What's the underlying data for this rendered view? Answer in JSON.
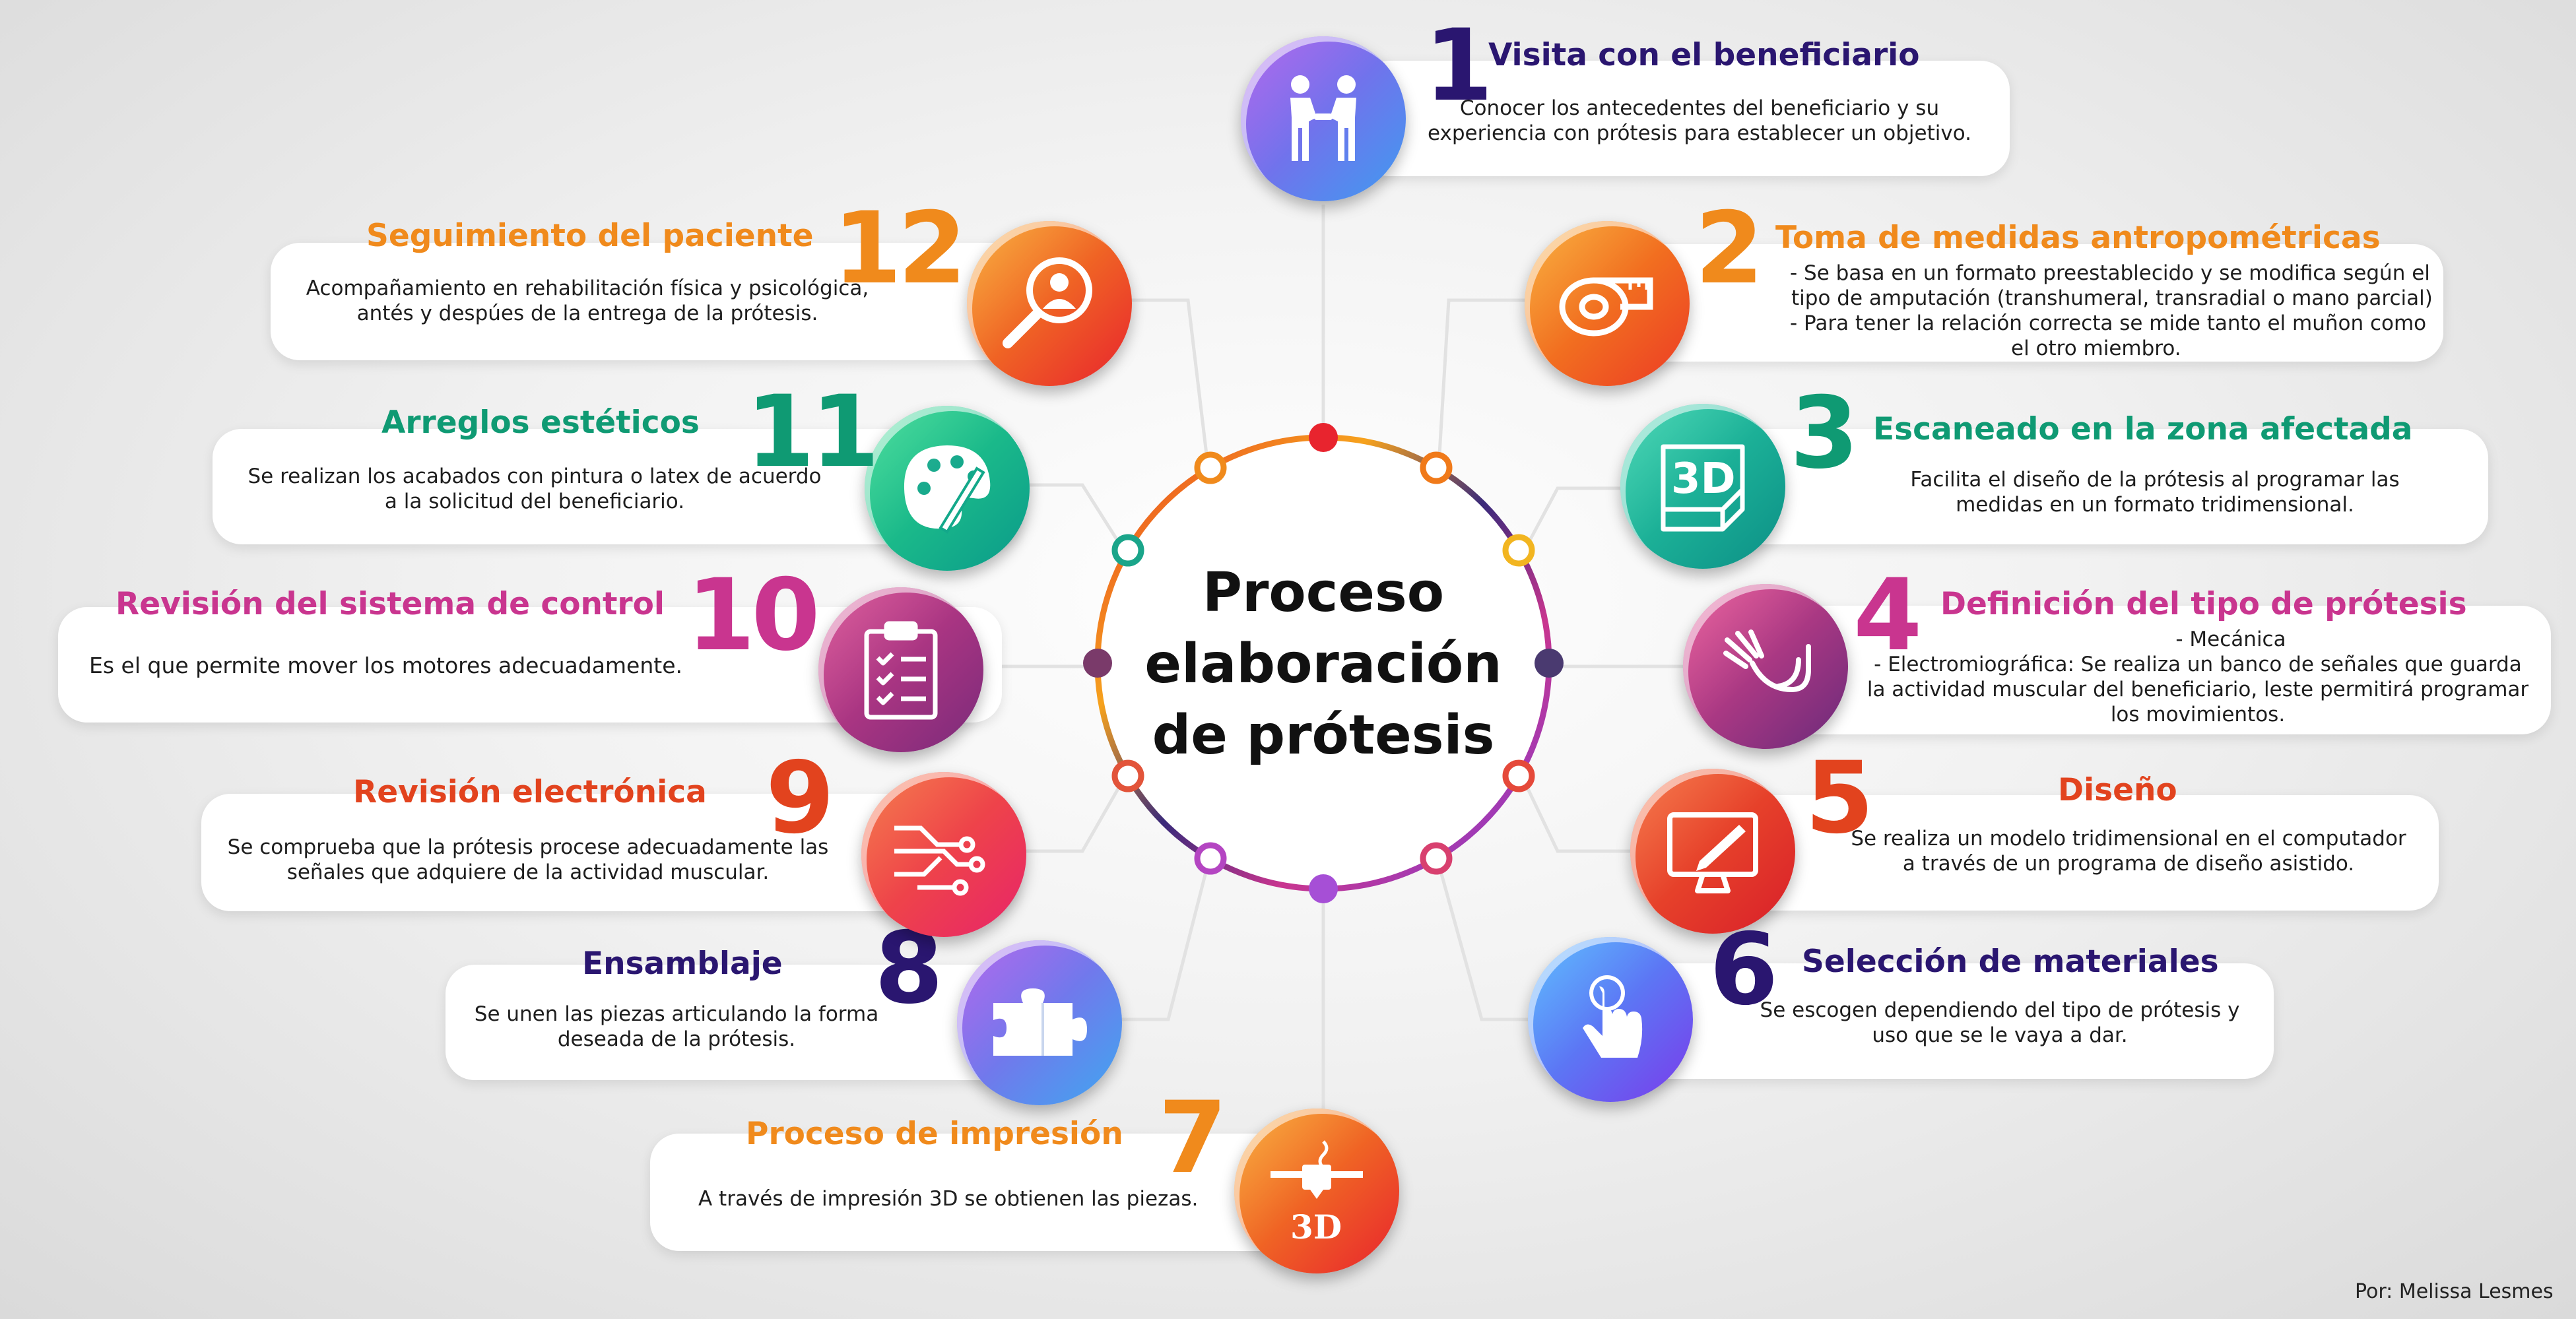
{
  "center": {
    "line1": "Proceso",
    "line2": "elaboración",
    "line3": "de prótesis"
  },
  "author": "Por: Melissa Lesmes",
  "colors": {
    "purple": "#2a1670",
    "orange": "#f08a1c",
    "green": "#0f9a73",
    "magenta": "#c9358f",
    "red": "#e2431e",
    "connector": "#e3e3e3"
  },
  "steps": [
    {
      "number": "1",
      "title": "Visita con el beneficiario",
      "icon": "handshake-people-icon",
      "lines": [
        "Conocer los antecedentes del beneficiario y su",
        "experiencia con prótesis para establecer un objetivo."
      ]
    },
    {
      "number": "2",
      "title": "Toma de medidas antropométricas",
      "icon": "measuring-tape-icon",
      "lines": [
        "- Se basa en un formato preestablecido y se modifica según el",
        "tipo de amputación (transhumeral, transradial o mano parcial)",
        "- Para tener la relación correcta se mide tanto el muñon como",
        "el otro miembro."
      ]
    },
    {
      "number": "3",
      "title": "Escaneado en la zona afectada",
      "icon": "3d-cube-icon",
      "lines": [
        "Facilita el diseño de la prótesis al programar las",
        "medidas en un formato tridimensional."
      ]
    },
    {
      "number": "4",
      "title": "Definición del tipo de prótesis",
      "icon": "prosthetic-arm-icon",
      "lines": [
        "- Mecánica",
        "- Electromiográfica: Se realiza un banco de señales que guarda",
        "la actividad muscular del beneficiario, leste permitirá programar",
        "los movimientos."
      ]
    },
    {
      "number": "5",
      "title": "Diseño",
      "icon": "monitor-pen-icon",
      "lines": [
        "Se realiza un modelo tridimensional en el computador",
        "a través de un programa de diseño asistido."
      ]
    },
    {
      "number": "6",
      "title": "Selección de materiales",
      "icon": "touch-finger-icon",
      "lines": [
        "Se escogen dependiendo del tipo de prótesis y",
        "uso que se le vaya a dar."
      ]
    },
    {
      "number": "7",
      "title": "Proceso de impresión",
      "icon": "3d-printer-icon",
      "lines": [
        "A través de impresión 3D se obtienen las piezas."
      ]
    },
    {
      "number": "8",
      "title": "Ensamblaje",
      "icon": "puzzle-piece-icon",
      "lines": [
        "Se unen las piezas articulando la forma",
        "deseada de la prótesis."
      ]
    },
    {
      "number": "9",
      "title": "Revisión electrónica",
      "icon": "circuit-icon",
      "lines": [
        "Se comprueba que la prótesis procese adecuadamente las",
        "señales que adquiere de la actividad muscular."
      ]
    },
    {
      "number": "10",
      "title": "Revisión del sistema de control",
      "icon": "clipboard-checklist-icon",
      "lines": [
        "Es el que permite mover los motores adecuadamente."
      ]
    },
    {
      "number": "11",
      "title": "Arreglos estéticos",
      "icon": "paint-palette-icon",
      "lines": [
        "Se realizan los acabados con pintura o latex de acuerdo",
        "a la solicitud del beneficiario."
      ]
    },
    {
      "number": "12",
      "title": "Seguimiento del paciente",
      "icon": "magnifier-person-icon",
      "lines": [
        "Acompañamiento en rehabilitación física y psicológica,",
        "antés y despúes de la entrega de la prótesis."
      ]
    }
  ]
}
